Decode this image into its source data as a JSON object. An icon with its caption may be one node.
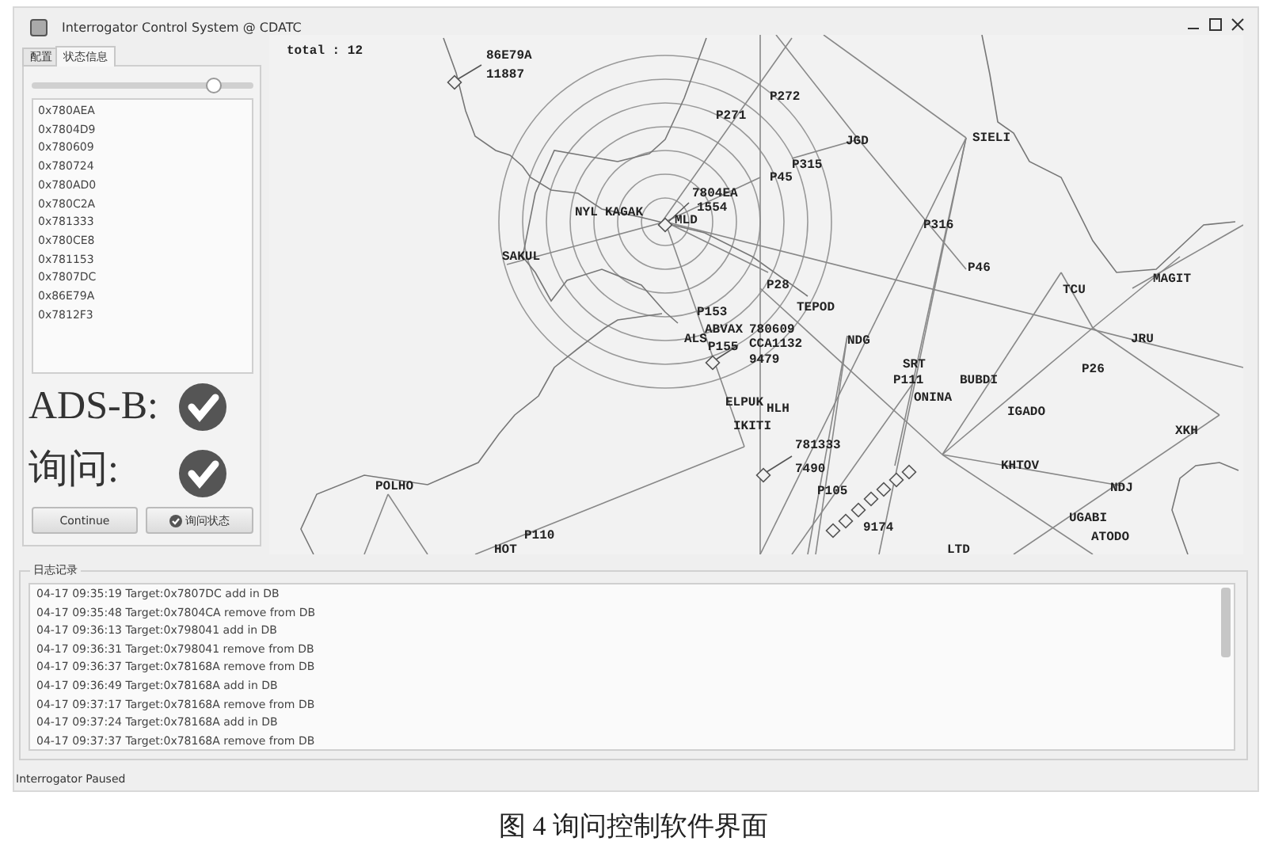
{
  "diagram": {
    "title": "Interrogator Control System @ CDATC",
    "caption": "图 4 询问控制软件界面",
    "nodes": [
      {
        "text": [
          "配置"
        ]
      },
      {
        "text": [
          "状态信息"
        ]
      },
      {
        "text": [
          "0x780AEA",
          "0x7804D9",
          "0x780609",
          "0x780724",
          "0x780AD0",
          "0x780C2A",
          "0x781333",
          "0x780CE8",
          "0x781153",
          "0x7807DC",
          "0x86E79A",
          "0x7812F3"
        ]
      },
      {
        "text": [
          "ADS-B:"
        ]
      },
      {
        "text": [
          "询问:"
        ]
      },
      {
        "text": [
          "Continue"
        ]
      },
      {
        "text": [
          "询问状态"
        ]
      },
      {
        "text": [
          "日志记录",
          "04-17 09:35:19 Target:0x7807DC add in DB",
          "04-17 09:35:48 Target:0x7804CA remove from DB",
          "04-17 09:36:13 Target:0x798041 add in DB",
          "04-17 09:36:31 Target:0x798041 remove from DB",
          "04-17 09:36:37 Target:0x78168A remove from DB",
          "04-17 09:36:49 Target:0x78168A add in DB",
          "04-17 09:37:17 Target:0x78168A remove from DB",
          "04-17 09:37:24 Target:0x78168A add in DB",
          "04-17 09:37:37 Target:0x78168A remove from DB"
        ]
      }
    ],
    "labels": [
      "total : 12",
      "86E79A",
      "11887",
      "P271",
      "P272",
      "JGD",
      "SIELI",
      "P315",
      "P45",
      "7804EA",
      "NYL",
      "KAGAK",
      "MLD",
      "1554",
      "P316",
      "SAKUL",
      "P46",
      "TCU",
      "MAGIT",
      "P28",
      "TEPOD",
      "P153",
      "ABVAX",
      "780609",
      "ALS",
      "P155",
      "CCA1132",
      "9479",
      "NDG",
      "JRU",
      "SRT",
      "P111",
      "BUBDI",
      "P26",
      "ONINA",
      "ELPUK",
      "HLH",
      "IGADO",
      "IKITI",
      "XKH",
      "781333",
      "7490",
      "KHTOV",
      "POLHO",
      "P105",
      "NDJ",
      "UGABI",
      "9174",
      "P110",
      "ATODO",
      "HOT",
      "LTD",
      "Interrogator Paused"
    ]
  }
}
